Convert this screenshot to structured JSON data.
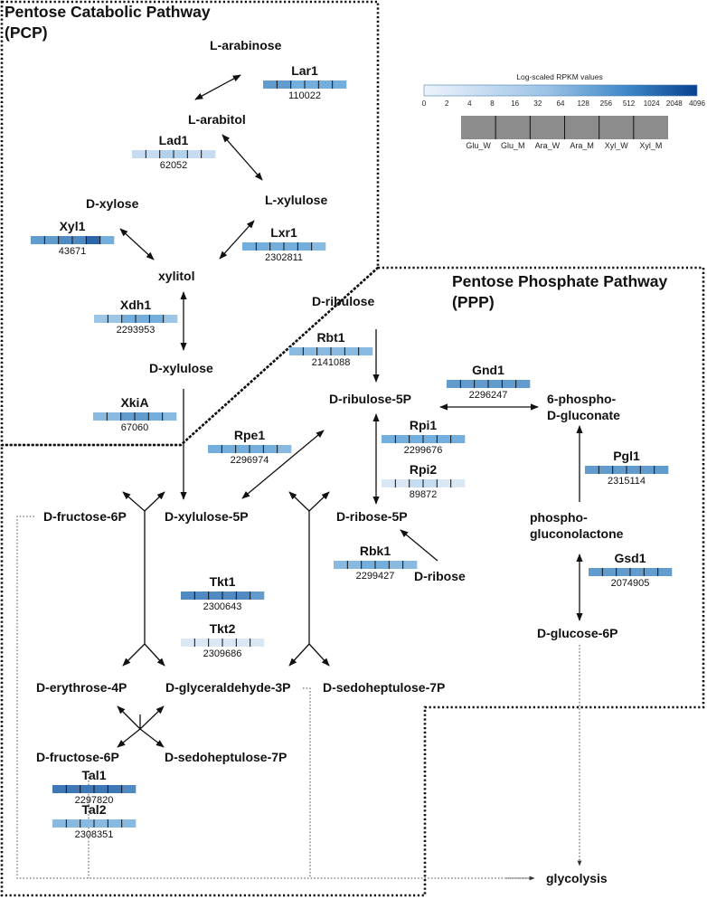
{
  "pathways": {
    "pcp": {
      "title_line1": "Pentose Catabolic Pathway",
      "title_line2": "(PCP)"
    },
    "ppp": {
      "title_line1": "Pentose Phosphate Pathway",
      "title_line2": "(PPP)"
    }
  },
  "legend": {
    "title": "Log-scaled RPKM values",
    "ticks": [
      "0",
      "2",
      "4",
      "8",
      "16",
      "32",
      "64",
      "128",
      "256",
      "512",
      "1024",
      "2048",
      "4096"
    ],
    "samples": [
      "Glu_W",
      "Glu_M",
      "Ara_W",
      "Ara_M",
      "Xyl_W",
      "Xyl_M"
    ]
  },
  "metabolites": {
    "l_arabinose": "L-arabinose",
    "l_arabitol": "L-arabitol",
    "l_xylulose": "L-xylulose",
    "d_xylose": "D-xylose",
    "xylitol": "xylitol",
    "d_xylulose": "D-xylulose",
    "d_ribulose": "D-ribulose",
    "d_ribulose_5p": "D-ribulose-5P",
    "phosphogluconate_1": "6-phospho-",
    "phosphogluconate_2": "D-gluconate",
    "d_fructose_6p_left": "D-fructose-6P",
    "d_xylulose_5p": "D-xylulose-5P",
    "d_ribose_5p": "D-ribose-5P",
    "phosphogluconolactone_1": "phospho-",
    "phosphogluconolactone_2": "gluconolactone",
    "d_ribose": "D-ribose",
    "d_glucose_6p": "D-glucose-6P",
    "d_erythrose_4p": "D-erythrose-4P",
    "d_glyceraldehyde_3p": "D-glyceraldehyde-3P",
    "d_sedoheptulose_7p_right": "D-sedoheptulose-7P",
    "d_fructose_6p_bottom": "D-fructose-6P",
    "d_sedoheptulose_7p_bottom": "D-sedoheptulose-7P",
    "glycolysis": "glycolysis"
  },
  "enzymes": {
    "lar1": {
      "name": "Lar1",
      "gene_id": "110022",
      "levels": [
        7,
        7,
        6,
        6,
        6,
        6
      ]
    },
    "lad1": {
      "name": "Lad1",
      "gene_id": "62052",
      "levels": [
        2,
        2,
        3,
        3,
        2,
        2
      ]
    },
    "xyl1": {
      "name": "Xyl1",
      "gene_id": "43671",
      "levels": [
        7,
        7,
        8,
        8,
        10,
        6
      ]
    },
    "lxr1": {
      "name": "Lxr1",
      "gene_id": "2302811",
      "levels": [
        6,
        6,
        6,
        6,
        6,
        5
      ]
    },
    "xdh1": {
      "name": "Xdh1",
      "gene_id": "2293953",
      "levels": [
        4,
        4,
        6,
        6,
        6,
        4
      ]
    },
    "xkia": {
      "name": "XkiA",
      "gene_id": "67060",
      "levels": [
        5,
        5,
        7,
        7,
        6,
        5
      ]
    },
    "rbt1": {
      "name": "Rbt1",
      "gene_id": "2141088",
      "levels": [
        5,
        5,
        5,
        5,
        5,
        5
      ]
    },
    "gnd1": {
      "name": "Gnd1",
      "gene_id": "2296247",
      "levels": [
        7,
        7,
        7,
        7,
        7,
        7
      ]
    },
    "rpi1": {
      "name": "Rpi1",
      "gene_id": "2299676",
      "levels": [
        6,
        6,
        6,
        6,
        6,
        6
      ]
    },
    "rpi2": {
      "name": "Rpi2",
      "gene_id": "89872",
      "levels": [
        1,
        1,
        2,
        2,
        1,
        1
      ]
    },
    "rpe1": {
      "name": "Rpe1",
      "gene_id": "2296974",
      "levels": [
        6,
        6,
        6,
        6,
        6,
        5
      ]
    },
    "pgl1": {
      "name": "Pgl1",
      "gene_id": "2315114",
      "levels": [
        7,
        7,
        7,
        7,
        7,
        7
      ]
    },
    "rbk1": {
      "name": "Rbk1",
      "gene_id": "2299427",
      "levels": [
        5,
        5,
        6,
        6,
        5,
        5
      ]
    },
    "gsd1": {
      "name": "Gsd1",
      "gene_id": "2074905",
      "levels": [
        7,
        7,
        7,
        7,
        7,
        7
      ]
    },
    "tkt1": {
      "name": "Tkt1",
      "gene_id": "2300643",
      "levels": [
        8,
        8,
        8,
        8,
        8,
        7
      ]
    },
    "tkt2": {
      "name": "Tkt2",
      "gene_id": "2309686",
      "levels": [
        1,
        1,
        1,
        1,
        1,
        1
      ]
    },
    "tal1": {
      "name": "Tal1",
      "gene_id": "2297820",
      "levels": [
        9,
        9,
        9,
        9,
        9,
        8
      ]
    },
    "tal2": {
      "name": "Tal2",
      "gene_id": "2308351",
      "levels": [
        5,
        5,
        5,
        5,
        5,
        5
      ]
    }
  },
  "colors": {
    "scale_low": "#eef3fb",
    "scale_high": "#08418f",
    "sample_block": "#8c8c8c",
    "line": "#111111"
  }
}
